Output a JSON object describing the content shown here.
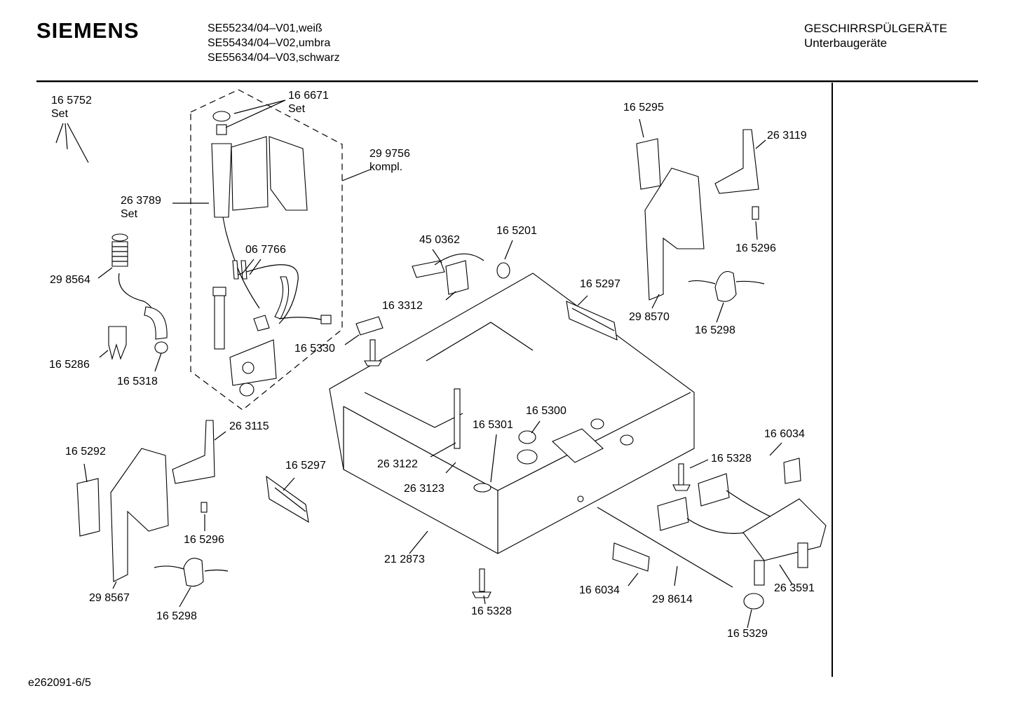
{
  "header": {
    "brand": "SIEMENS",
    "models": [
      "SE55234/04–V01,weiß",
      "SE55434/04–V02,umbra",
      "SE55634/04–V03,schwarz"
    ],
    "category": "GESCHIRRSPÜLGERÄTE",
    "subcategory": "Unterbaugeräte"
  },
  "footer": {
    "doc_id": "e262091-6/5"
  },
  "labels": {
    "p165752": "16 5752",
    "p165752_set": "Set",
    "p166671": "16 6671",
    "p166671_set": "Set",
    "p299756": "29 9756",
    "p299756_k": "kompl.",
    "p263789": "26 3789",
    "p263789_set": "Set",
    "p067766": "06 7766",
    "p298564": "29 8564",
    "p165286": "16 5286",
    "p165318": "16 5318",
    "p165330": "16 5330",
    "p450362": "45 0362",
    "p165201": "16 5201",
    "p163312": "16 3312",
    "p165297a": "16 5297",
    "p165297b": "16 5297",
    "p165295": "16 5295",
    "p263119": "26 3119",
    "p165296a": "16 5296",
    "p165296b": "16 5296",
    "p298570": "29 8570",
    "p165298a": "16 5298",
    "p165298b": "16 5298",
    "p263115": "26 3115",
    "p165292": "16 5292",
    "p298567": "29 8567",
    "p263122": "26 3122",
    "p263123": "26 3123",
    "p165301": "16 5301",
    "p165300": "16 5300",
    "p212873": "21 2873",
    "p165328a": "16 5328",
    "p165328b": "16 5328",
    "p166034a": "16 6034",
    "p166034b": "16 6034",
    "p298614": "29 8614",
    "p263591": "26 3591",
    "p165329": "16 5329"
  }
}
